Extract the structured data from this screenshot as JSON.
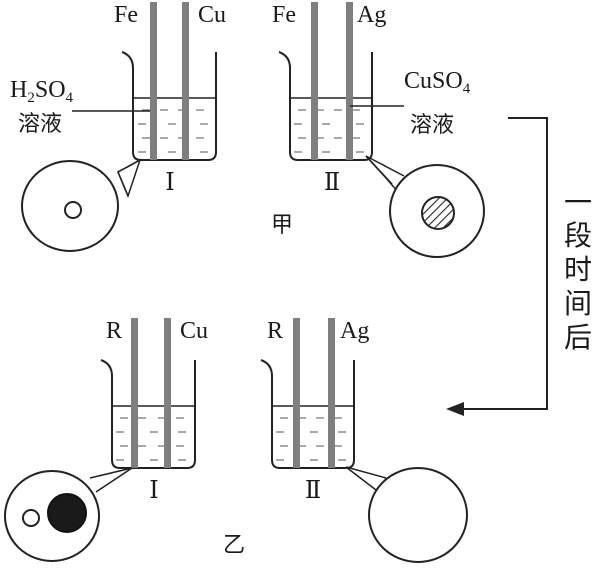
{
  "panel_top": {
    "name": "甲",
    "solution_left": {
      "formula_main": "H",
      "formula_sub1": "2",
      "formula_mid": "SO",
      "formula_sub2": "4",
      "word": "溶液"
    },
    "solution_right": {
      "formula_main": "CuSO",
      "formula_sub": "4",
      "word": "溶液"
    },
    "beaker_1": {
      "label": "Ⅰ",
      "electrode_left": "Fe",
      "electrode_right": "Cu"
    },
    "beaker_2": {
      "label": "Ⅱ",
      "electrode_left": "Fe",
      "electrode_right": "Ag"
    }
  },
  "panel_bottom": {
    "name": "乙",
    "beaker_1": {
      "label": "Ⅰ",
      "electrode_left": "R",
      "electrode_right": "Cu"
    },
    "beaker_2": {
      "label": "Ⅱ",
      "electrode_left": "R",
      "electrode_right": "Ag"
    }
  },
  "arrow_chars": [
    "一",
    "段",
    "时",
    "间",
    "后"
  ]
}
